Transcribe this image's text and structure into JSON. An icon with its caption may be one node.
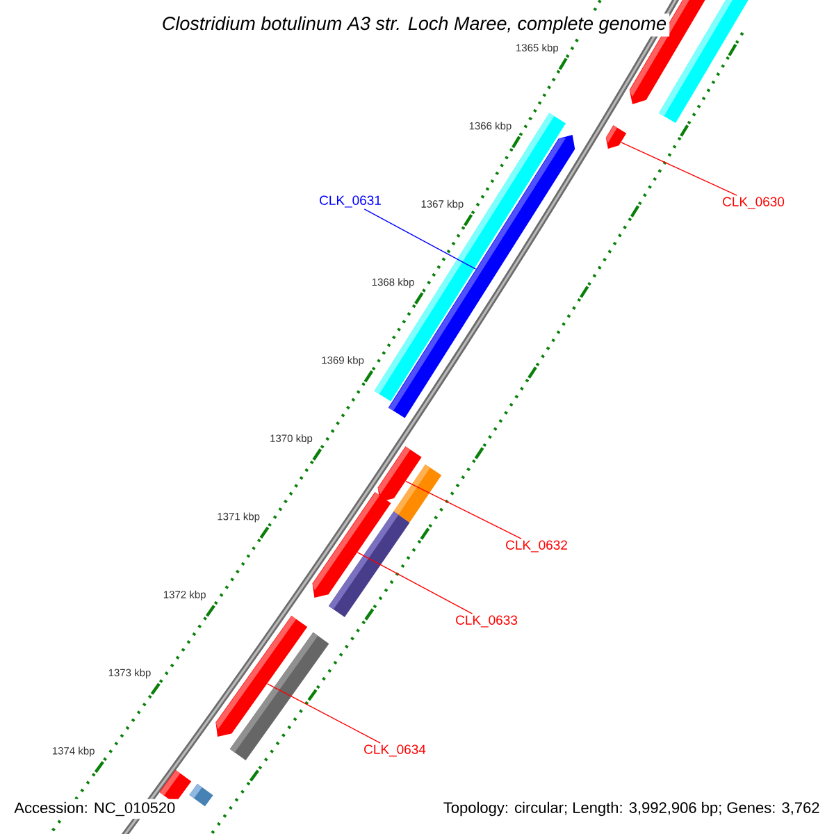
{
  "diagram": {
    "title": "Clostridium botulinum A3 str. Loch Maree, complete genome",
    "nodes": [
      {
        "text": [],
        "shape": "pentagon"
      },
      {
        "text": [],
        "shape": "bar"
      },
      {
        "text": [],
        "shape": "pentagon"
      },
      {
        "text": [
          "CLK_0631"
        ]
      },
      {
        "text": [
          "CLK_0630"
        ]
      },
      {
        "text": [],
        "shape": "bar"
      },
      {
        "text": [],
        "shape": "pentagon"
      },
      {
        "text": [],
        "shape": "pentagon"
      },
      {
        "text": [],
        "shape": "bar"
      },
      {
        "text": [
          "CLK_0632"
        ]
      },
      {
        "text": [],
        "shape": "pentagon"
      },
      {
        "text": [],
        "shape": "bar"
      },
      {
        "text": [
          "CLK_0633"
        ]
      },
      {
        "text": [],
        "shape": "pentagon"
      },
      {
        "text": [],
        "shape": "bar"
      },
      {
        "text": [
          "CLK_0634"
        ]
      },
      {
        "text": [],
        "shape": "pentagon"
      },
      {
        "text": [],
        "shape": "bar"
      }
    ],
    "edges": [
      {
        "from": 3,
        "to": 6,
        "arrow": "none",
        "color": "#0000ff"
      },
      {
        "from": 4,
        "to": 2,
        "arrow": "none"
      },
      {
        "from": 9,
        "to": 7,
        "arrow": "none"
      },
      {
        "from": 12,
        "to": 10,
        "arrow": "none"
      },
      {
        "from": 15,
        "to": 13,
        "arrow": "none"
      }
    ],
    "labels": [
      "1365 kbp",
      "1366 kbp",
      "1367 kbp",
      "1368 kbp",
      "1369 kbp",
      "1370 kbp",
      "1371 kbp",
      "1372 kbp",
      "1373 kbp",
      "1374 kbp",
      "Accession: NC_010520",
      "Topology: circular; Length: 3,992,906 bp; Genes: 3,762"
    ]
  }
}
